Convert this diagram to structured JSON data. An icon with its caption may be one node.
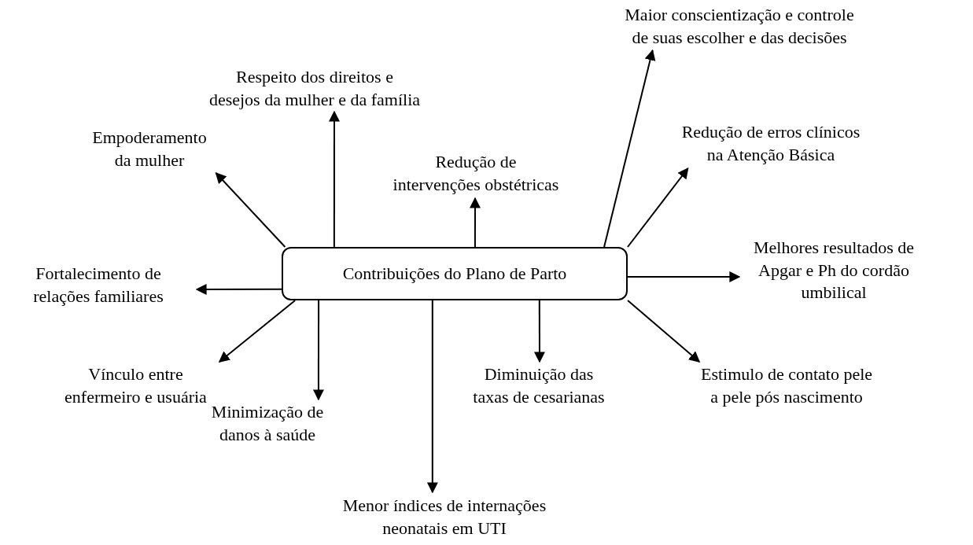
{
  "diagram": {
    "nodes": [
      {
        "text": [
          "Contribuições do Plano de Parto"
        ]
      },
      {
        "text": [
          "Maior conscientização e controle de suas escolher e das decisões"
        ]
      },
      {
        "text": [
          "Respeito dos direitos e desejos da mulher e da família"
        ]
      },
      {
        "text": [
          "Empoderamento da mulher"
        ]
      },
      {
        "text": [
          "Redução de intervenções obstétricas"
        ]
      },
      {
        "text": [
          "Redução de erros clínicos na Atenção Básica"
        ]
      },
      {
        "text": [
          "Fortalecimento de relações familiares"
        ]
      },
      {
        "text": [
          "Melhores resultados de Apgar e Ph do cordão umbilical"
        ]
      },
      {
        "text": [
          "Vínculo entre enfermeiro e usuária"
        ]
      },
      {
        "text": [
          "Minimização de danos à saúde"
        ]
      },
      {
        "text": [
          "Diminuição das taxas de cesarianas"
        ]
      },
      {
        "text": [
          "Estimulo de contato pele a pele pós nascimento"
        ]
      },
      {
        "text": [
          "Menor índices de internações neonatais em UTI"
        ]
      }
    ],
    "edges": [
      {
        "from": 0,
        "to": 1,
        "arrow": "to"
      },
      {
        "from": 0,
        "to": 2,
        "arrow": "to"
      },
      {
        "from": 0,
        "to": 3,
        "arrow": "to"
      },
      {
        "from": 0,
        "to": 4,
        "arrow": "to"
      },
      {
        "from": 0,
        "to": 5,
        "arrow": "to"
      },
      {
        "from": 0,
        "to": 6,
        "arrow": "to"
      },
      {
        "from": 0,
        "to": 7,
        "arrow": "to"
      },
      {
        "from": 0,
        "to": 8,
        "arrow": "to"
      },
      {
        "from": 0,
        "to": 9,
        "arrow": "to"
      },
      {
        "from": 0,
        "to": 10,
        "arrow": "to"
      },
      {
        "from": 0,
        "to": 11,
        "arrow": "to"
      },
      {
        "from": 0,
        "to": 12,
        "arrow": "to"
      }
    ]
  }
}
